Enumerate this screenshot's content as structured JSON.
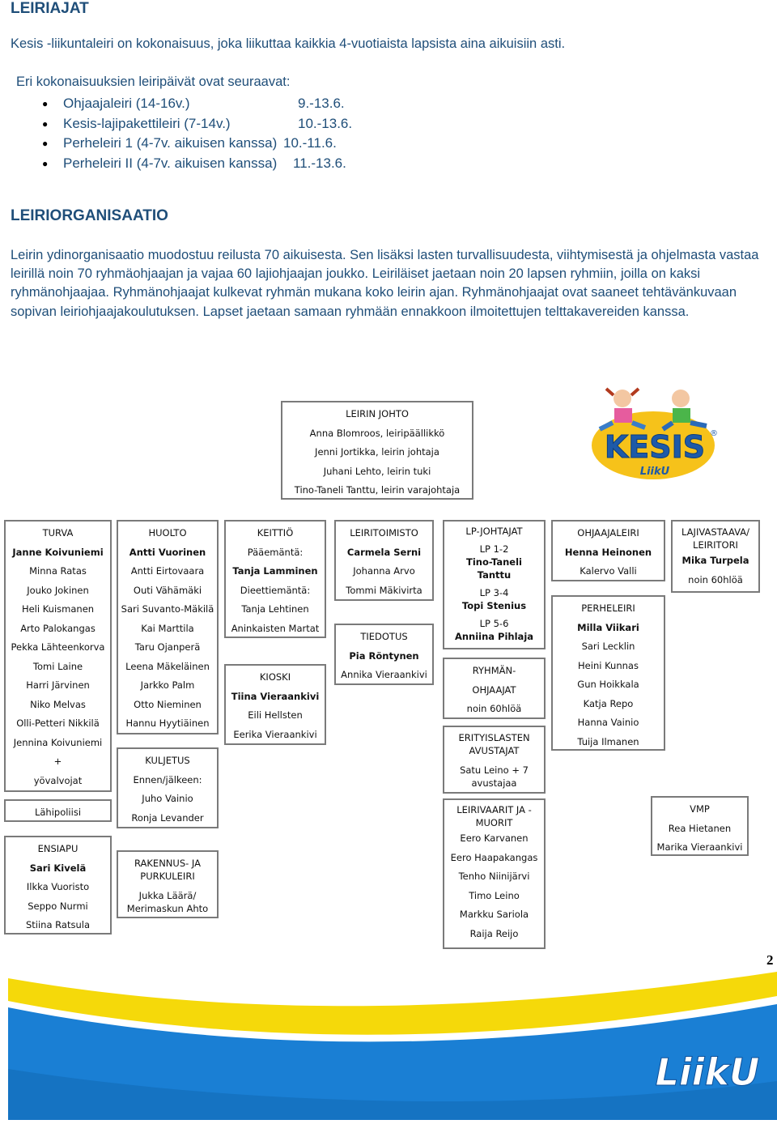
{
  "heading_leiriajat": "LEIRIAJAT",
  "intro": "Kesis -liikuntaleiri on kokonaisuus, joka liikuttaa kaikkia 4-vuotiaista lapsista aina aikuisiin asti.",
  "schedule_intro": "Eri kokonaisuuksien leiripäivät ovat seuraavat:",
  "schedule": [
    {
      "name": "Ohjaajaleiri (14-16v.)",
      "dates": "9.-13.6."
    },
    {
      "name": "Kesis-lajipakettileiri (7-14v.)",
      "dates": "10.-13.6."
    },
    {
      "name": "Perheleiri 1 (4-7v. aikuisen kanssa)",
      "dates": "10.-11.6."
    },
    {
      "name": "Perheleiri II (4-7v. aikuisen kanssa)",
      "dates": "11.-13.6."
    }
  ],
  "heading_org": "LEIRIORGANISAATIO",
  "org_text": "Leirin ydinorganisaatio muodostuu reilusta 70 aikuisesta. Sen lisäksi lasten turvallisuudesta, viihtymisestä ja ohjelmasta vastaa leirillä noin 70 ryhmäohjaajan ja vajaa 60 lajiohjaajan joukko. Leiriläiset jaetaan noin 20 lapsen ryhmiin, joilla on kaksi ryhmänohjaajaa. Ryhmänohjaajat kulkevat ryhmän mukana koko leirin ajan. Ryhmänohjaajat ovat saaneet tehtävänkuvaan sopivan leiriohjaajakoulutuksen. Lapset jaetaan samaan ryhmään ennakkoon ilmoitettujen telttakavereiden kanssa.",
  "org_boxes": {
    "johto": [
      "LEIRIN JOHTO",
      "Anna Blomroos, leiripäällikkö",
      "Jenni Jortikka, leirin johtaja",
      "Juhani Lehto, leirin tuki",
      "Tino-Taneli Tanttu, leirin varajohtaja"
    ],
    "turva": [
      "TURVA",
      "Janne Koivuniemi",
      "Minna Ratas",
      "Jouko Jokinen",
      "Heli Kuismanen",
      "Arto Palokangas",
      "Pekka Lähteenkorva",
      "Tomi Laine",
      "Harri Järvinen",
      "Niko Melvas",
      "Olli-Petteri Nikkilä",
      "Jennina Koivuniemi",
      "+",
      "yövalvojat"
    ],
    "lahipoliisi": [
      "Lähipoliisi"
    ],
    "ensiapu": [
      "ENSIAPU",
      "Sari Kivelä",
      "Ilkka Vuoristo",
      "Seppo Nurmi",
      "Stiina Ratsula"
    ],
    "huolto": [
      "HUOLTO",
      "Antti Vuorinen",
      "Antti Eirtovaara",
      "Outi Vähämäki",
      "Sari Suvanto-Mäkilä",
      "Kai Marttila",
      "Taru Ojanperä",
      "Leena Mäkeläinen",
      "Jarkko Palm",
      "Otto Nieminen",
      "Hannu Hyytiäinen"
    ],
    "kuljetus": [
      "KULJETUS",
      "Ennen/jälkeen:",
      "Juho Vainio",
      "Ronja Levander"
    ],
    "rakennus": [
      "RAKENNUS- JA",
      "PURKULEIRI",
      "Jukka Läärä/",
      "Merimaskun Ahto"
    ],
    "keittio": [
      "KEITTIÖ",
      "Pääemäntä:",
      "Tanja Lamminen",
      "Dieettiemäntä:",
      "Tanja Lehtinen",
      "Aninkaisten Martat"
    ],
    "kioski": [
      "KIOSKI",
      "Tiina Vieraankivi",
      "Eili Hellsten",
      "Eerika Vieraankivi"
    ],
    "leiritoimisto": [
      "LEIRITOIMISTO",
      "Carmela Serni",
      "Johanna Arvo",
      "Tommi Mäkivirta"
    ],
    "tiedotus": [
      "TIEDOTUS",
      "Pia Röntynen",
      "Annika Vieraankivi"
    ],
    "lp_johtajat": [
      "LP-JOHTAJAT",
      "LP 1-2",
      "Tino-Taneli",
      "Tanttu",
      "LP 3-4",
      "Topi Stenius",
      "LP 5-6",
      "Anniina Pihlaja"
    ],
    "ryhmanohjaajat": [
      "RYHMÄN-",
      "OHJAAJAT",
      "noin 60hlöä"
    ],
    "erityislasten": [
      "ERITYISLASTEN",
      "AVUSTAJAT",
      "Satu Leino + 7",
      "avustajaa"
    ],
    "leirivaarit": [
      "LEIRIVAARIT JA  -",
      "MUORIT",
      "Eero Karvanen",
      "Eero Haapakangas",
      "Tenho Niinijärvi",
      "Timo Leino",
      "Markku Sariola",
      "Raija Reijo"
    ],
    "ohjaajaleiri": [
      "OHJAAJALEIRI",
      "Henna Heinonen",
      "Kalervo Valli"
    ],
    "perheleiri": [
      "PERHELEIRI",
      "Milla Viikari",
      "Sari Lecklin",
      "Heini Kunnas",
      "Gun Hoikkala",
      "Katja Repo",
      "Hanna Vainio",
      "Tuija Ilmanen"
    ],
    "lajivastaava": [
      "LAJIVASTAAVA/",
      "LEIRITORI",
      "Mika Turpela",
      "noin 60hlöä"
    ],
    "vmp": [
      "VMP",
      "Rea Hietanen",
      "Marika Vieraankivi"
    ]
  },
  "logo_kesis": "KESIS",
  "logo_liiku_small": "LiikU",
  "page_number": "2",
  "footer_logo": "LiikU",
  "colors": {
    "heading": "#1f4e79",
    "footer_yellow": "#f5d90a",
    "footer_blue": "#1a7fd4",
    "kesis_blue": "#1e5aa8",
    "kesis_yellow": "#f6c21a"
  }
}
